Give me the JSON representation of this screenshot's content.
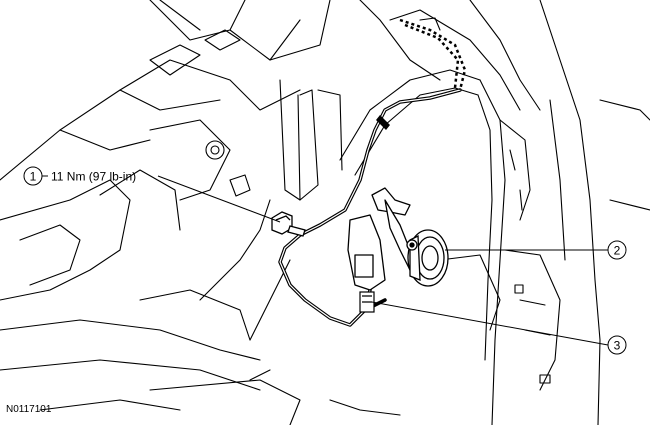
{
  "callouts": [
    {
      "number": "1",
      "text": "11 Nm (97 lb-in)"
    },
    {
      "number": "2",
      "text": ""
    },
    {
      "number": "3",
      "text": ""
    }
  ],
  "figure_id": "N0117101"
}
